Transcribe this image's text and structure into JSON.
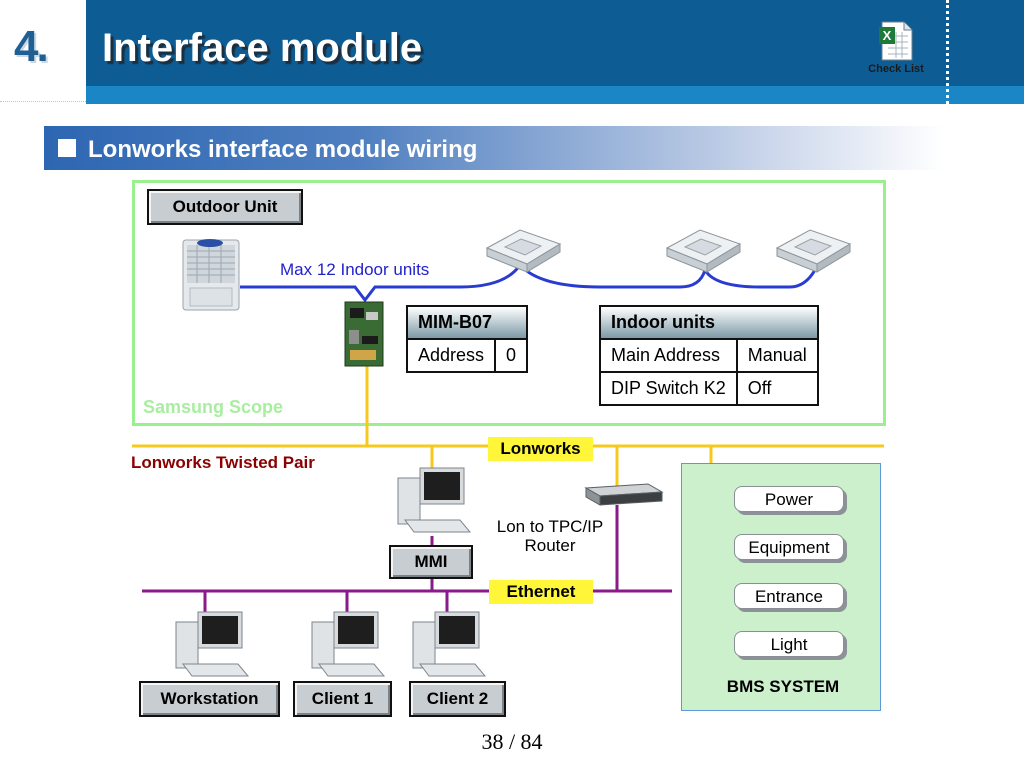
{
  "header": {
    "section_number": "4.",
    "title": "Interface module",
    "check_list_label": "Check List",
    "check_list_icon": "excel-file-icon"
  },
  "subheader": {
    "text": "Lonworks interface module wiring"
  },
  "diagram": {
    "outdoor_unit_label": "Outdoor Unit",
    "max_units_label": "Max 12 Indoor units",
    "samsung_scope_label": "Samsung Scope",
    "mim_table": {
      "header": "MIM-B07",
      "rows": [
        {
          "key": "Address",
          "value": "0"
        }
      ]
    },
    "indoor_table": {
      "header": "Indoor units",
      "rows": [
        {
          "key": "Main Address",
          "value": "Manual"
        },
        {
          "key": "DIP Switch K2",
          "value": "Off"
        }
      ]
    },
    "lonworks_tag": "Lonworks",
    "twisted_pair_label": "Lonworks Twisted Pair",
    "router_label_line1": "Lon to TPC/IP",
    "router_label_line2": "Router",
    "mmi_label": "MMI",
    "ethernet_tag": "Ethernet",
    "workstation_label": "Workstation",
    "client1_label": "Client 1",
    "client2_label": "Client 2",
    "bms": {
      "items": [
        "Power",
        "Equipment",
        "Entrance",
        "Light"
      ],
      "label": "BMS SYSTEM"
    }
  },
  "footer": {
    "page_indicator": "38 / 84"
  },
  "colors": {
    "header_band": "#0d5c93",
    "lonworks_line": "#f7c81e",
    "ethernet_line": "#8a1a8a",
    "refrigerant_line": "#2a3bd1",
    "scope_border": "#9af08e",
    "bms_background": "#ccf0cc"
  }
}
